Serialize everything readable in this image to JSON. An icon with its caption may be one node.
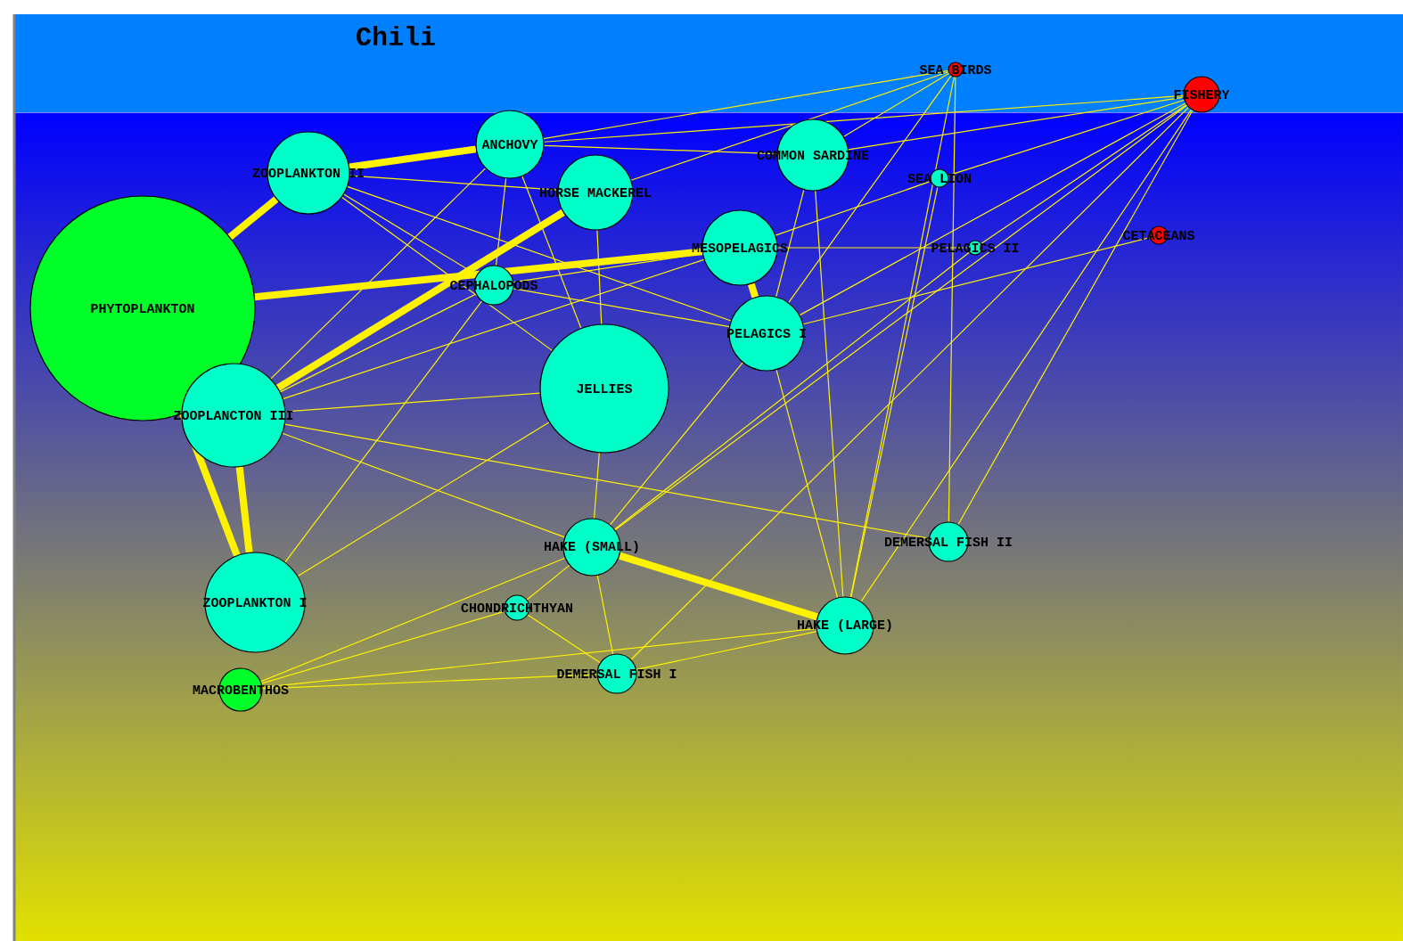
{
  "diagram": {
    "title": "Chili",
    "nodes": [
      {
        "text": [
          "SEA BIRDS"
        ]
      },
      {
        "text": [
          "FISHERY"
        ]
      },
      {
        "text": [
          "ANCHOVY"
        ]
      },
      {
        "text": [
          "ZOOPLANKTON II"
        ]
      },
      {
        "text": [
          "COMMON SARDINE"
        ]
      },
      {
        "text": [
          "HORSE MACKEREL"
        ]
      },
      {
        "text": [
          "SEA LION"
        ]
      },
      {
        "text": [
          "PELAGICS II"
        ]
      },
      {
        "text": [
          "CETACEANS"
        ]
      },
      {
        "text": [
          "MESOPELAGICS"
        ]
      },
      {
        "text": [
          "CEPHALOPODS"
        ]
      },
      {
        "text": [
          "PHYTOPLANKTON"
        ]
      },
      {
        "text": [
          "PELAGICS I"
        ]
      },
      {
        "text": [
          "JELLIES"
        ]
      },
      {
        "text": [
          "ZOOPLANCTON III"
        ]
      },
      {
        "text": [
          "HAKE (SMALL)"
        ]
      },
      {
        "text": [
          "DEMERSAL FISH II"
        ]
      },
      {
        "text": [
          "ZOOPLANKTON I"
        ]
      },
      {
        "text": [
          "CHONDRICHTHYAN"
        ]
      },
      {
        "text": [
          "HAKE (LARGE)"
        ]
      },
      {
        "text": [
          "MACROBENTHOS"
        ]
      },
      {
        "text": [
          "DEMERSAL FISH I"
        ]
      }
    ],
    "edges": [
      {
        "from": 11,
        "to": 3,
        "arrow": "none",
        "style": "thick"
      },
      {
        "from": 11,
        "to": 17,
        "arrow": "none",
        "style": "thick"
      },
      {
        "from": 14,
        "to": 17,
        "arrow": "none",
        "style": "thick"
      },
      {
        "from": 11,
        "to": 9,
        "arrow": "none",
        "style": "thick"
      },
      {
        "from": 9,
        "to": 12,
        "arrow": "none",
        "style": "thick"
      },
      {
        "from": 14,
        "to": 5,
        "arrow": "none",
        "style": "thick"
      },
      {
        "from": 3,
        "to": 2,
        "arrow": "none",
        "style": "thick"
      },
      {
        "from": 3,
        "to": 12,
        "arrow": "none"
      },
      {
        "from": 14,
        "to": 9,
        "arrow": "none"
      },
      {
        "from": 14,
        "to": 2,
        "arrow": "none"
      },
      {
        "from": 14,
        "to": 13,
        "arrow": "none"
      },
      {
        "from": 2,
        "to": 4,
        "arrow": "none"
      },
      {
        "from": 2,
        "to": 0,
        "arrow": "none"
      },
      {
        "from": 2,
        "to": 1,
        "arrow": "none"
      },
      {
        "from": 2,
        "to": 10,
        "arrow": "none"
      },
      {
        "from": 2,
        "to": 13,
        "arrow": "none"
      },
      {
        "from": 3,
        "to": 5,
        "arrow": "none"
      },
      {
        "from": 3,
        "to": 10,
        "arrow": "none"
      },
      {
        "from": 3,
        "to": 13,
        "arrow": "none"
      },
      {
        "from": 4,
        "to": 0,
        "arrow": "none"
      },
      {
        "from": 4,
        "to": 1,
        "arrow": "none"
      },
      {
        "from": 4,
        "to": 19,
        "arrow": "none"
      },
      {
        "from": 4,
        "to": 12,
        "arrow": "none"
      },
      {
        "from": 5,
        "to": 0,
        "arrow": "none"
      },
      {
        "from": 5,
        "to": 13,
        "arrow": "none"
      },
      {
        "from": 9,
        "to": 6,
        "arrow": "none"
      },
      {
        "from": 12,
        "to": 1,
        "arrow": "none"
      },
      {
        "from": 12,
        "to": 19,
        "arrow": "none"
      },
      {
        "from": 12,
        "to": 15,
        "arrow": "none"
      },
      {
        "from": 13,
        "to": 15,
        "arrow": "none"
      },
      {
        "from": 15,
        "to": 19,
        "arrow": "none",
        "style": "thick"
      },
      {
        "from": 15,
        "to": 21,
        "arrow": "none"
      },
      {
        "from": 15,
        "to": 1,
        "arrow": "none"
      },
      {
        "from": 15,
        "to": 7,
        "arrow": "none"
      },
      {
        "from": 19,
        "to": 1,
        "arrow": "none"
      },
      {
        "from": 19,
        "to": 6,
        "arrow": "none"
      },
      {
        "from": 19,
        "to": 0,
        "arrow": "none"
      },
      {
        "from": 16,
        "to": 1,
        "arrow": "none"
      },
      {
        "from": 16,
        "to": 0,
        "arrow": "none"
      },
      {
        "from": 16,
        "to": 14,
        "arrow": "none"
      },
      {
        "from": 21,
        "to": 19,
        "arrow": "none"
      },
      {
        "from": 20,
        "to": 15,
        "arrow": "none"
      },
      {
        "from": 20,
        "to": 18,
        "arrow": "none"
      },
      {
        "from": 20,
        "to": 19,
        "arrow": "none"
      },
      {
        "from": 20,
        "to": 21,
        "arrow": "none"
      },
      {
        "from": 17,
        "to": 13,
        "arrow": "none"
      },
      {
        "from": 17,
        "to": 10,
        "arrow": "none"
      },
      {
        "from": 18,
        "to": 15,
        "arrow": "none"
      },
      {
        "from": 18,
        "to": 21,
        "arrow": "none"
      },
      {
        "from": 14,
        "to": 15,
        "arrow": "none"
      },
      {
        "from": 14,
        "to": 10,
        "arrow": "none"
      },
      {
        "from": 7,
        "to": 1,
        "arrow": "none"
      },
      {
        "from": 7,
        "to": 9,
        "arrow": "none"
      },
      {
        "from": 8,
        "to": 12,
        "arrow": "none"
      },
      {
        "from": 6,
        "to": 1,
        "arrow": "none"
      },
      {
        "from": 0,
        "to": 12,
        "arrow": "none"
      },
      {
        "from": 10,
        "to": 12,
        "arrow": "none"
      },
      {
        "from": 10,
        "to": 9,
        "arrow": "none"
      },
      {
        "from": 1,
        "to": 21,
        "arrow": "none"
      }
    ]
  }
}
